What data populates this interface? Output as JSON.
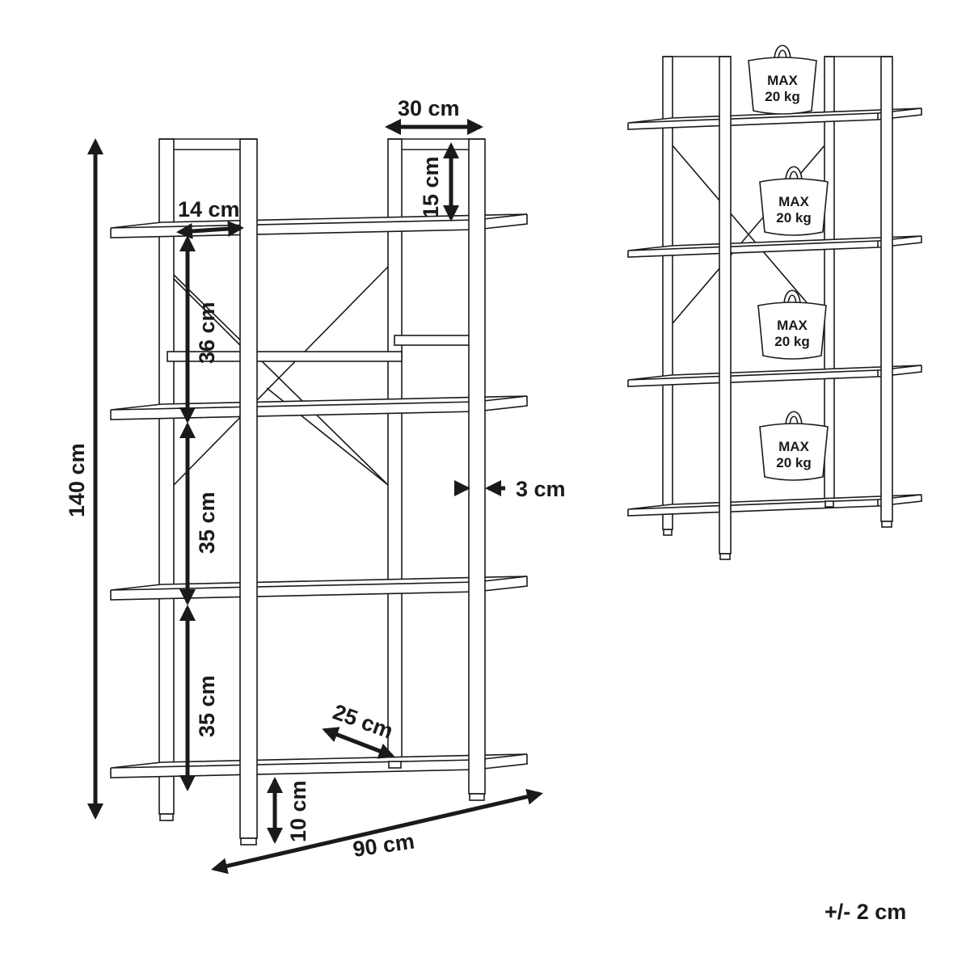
{
  "dimensions": {
    "depth_top": "30 cm",
    "top_frame_height": "15 cm",
    "overhang": "14 cm",
    "shelf_gap_1": "36 cm",
    "shelf_gap_2": "35 cm",
    "shelf_gap_3": "35 cm",
    "total_height": "140 cm",
    "post_width": "3 cm",
    "shelf_depth": "25 cm",
    "leg_height": "10 cm",
    "width": "90 cm"
  },
  "load": {
    "weights": [
      {
        "line1": "MAX",
        "line2": "20 kg"
      },
      {
        "line1": "MAX",
        "line2": "20 kg"
      },
      {
        "line1": "MAX",
        "line2": "20 kg"
      },
      {
        "line1": "MAX",
        "line2": "20 kg"
      }
    ]
  },
  "tolerance": "+/- 2 cm"
}
